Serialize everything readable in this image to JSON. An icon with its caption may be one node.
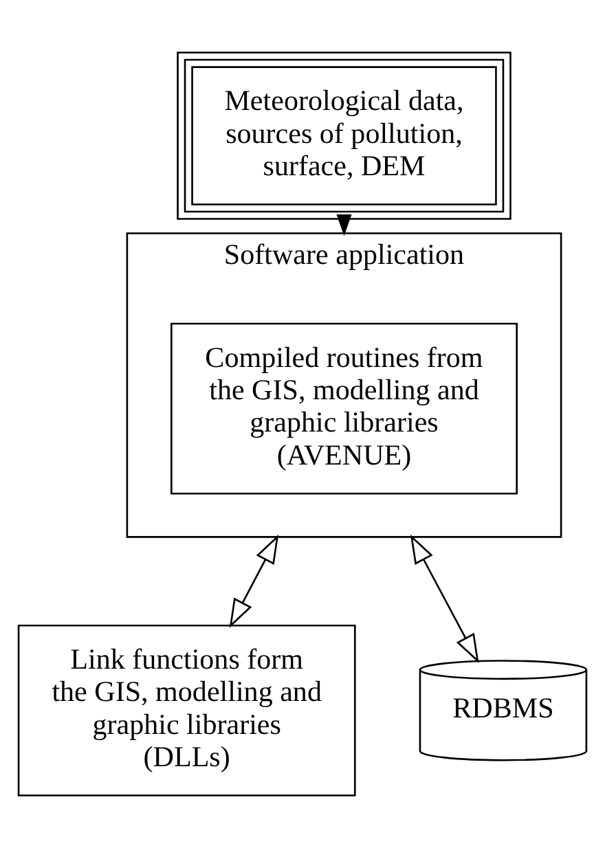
{
  "diagram": {
    "nodes": [
      {
        "text": [
          "Meteorological data, sources of pollution, surface, DEM"
        ]
      },
      {
        "text": [
          "Software application"
        ]
      },
      {
        "text": [
          "Compiled routines from the GIS, modelling and graphic libraries (AVENUE)"
        ],
        "in": 1
      },
      {
        "text": [
          "Link functions form the GIS, modelling and graphic libraries (DLLs)"
        ]
      },
      {
        "text": [
          "RDBMS"
        ]
      }
    ],
    "edges": [
      {
        "from": 0,
        "to": 1,
        "arrow": "to"
      },
      {
        "from": 1,
        "to": 3,
        "arrow": "both"
      },
      {
        "from": 1,
        "to": 4,
        "arrow": "both"
      }
    ]
  }
}
